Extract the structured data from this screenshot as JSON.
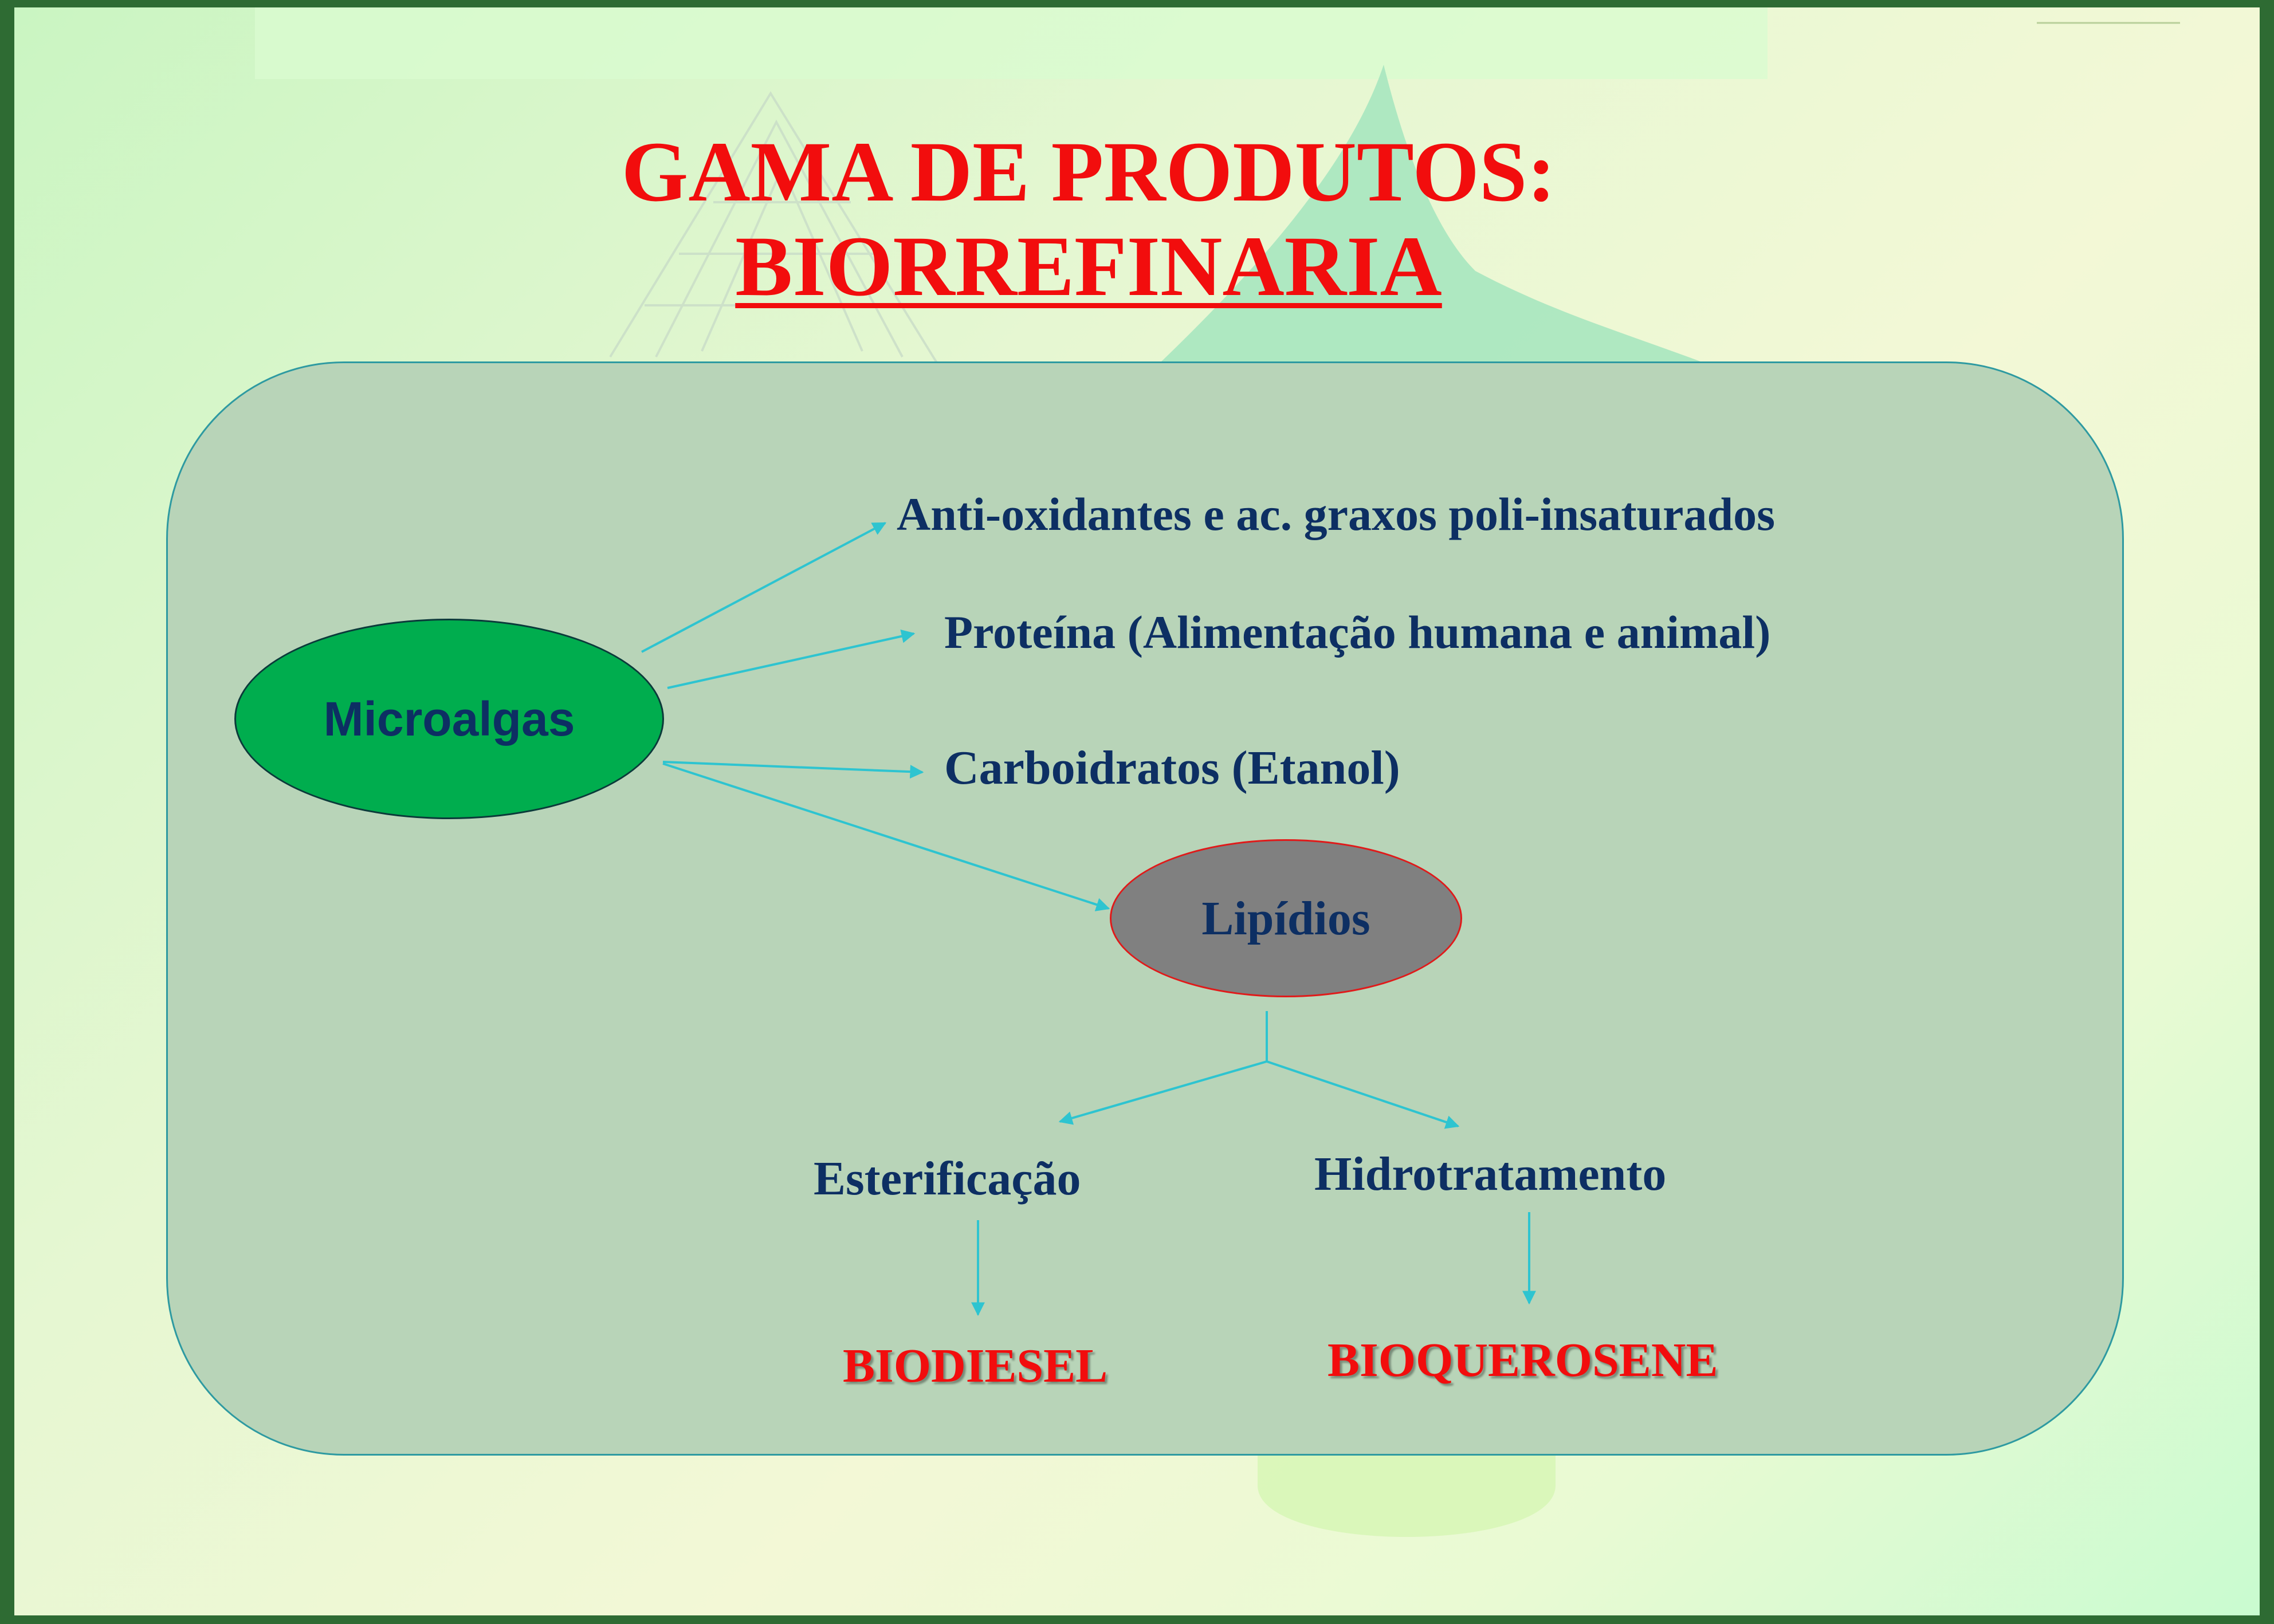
{
  "title": {
    "line1": "GAMA DE PRODUTOS:",
    "line2": "BIORREFINARIA"
  },
  "nodes": {
    "source": "Microalgas",
    "lipids": "Lipídios"
  },
  "products": {
    "antioxidants": "Anti-oxidantes e ac. graxos poli-insaturados",
    "protein": "Proteína (Alimentação humana e animal)",
    "carbohydrates": "Carboidratos (Etanol)"
  },
  "processes": {
    "esterification": "Esterificação",
    "hydrotreatment": "Hidrotratamento"
  },
  "fuels": {
    "biodiesel": "BIODIESEL",
    "biokerosene": "BIOQUEROSENE"
  },
  "colors": {
    "title": "#f20d0d",
    "panel": "#b8d4b8",
    "arrows": "#2ec4d0",
    "microalgas_fill": "#00ad4e",
    "lipidios_fill": "#808080",
    "text": "#0d2f63",
    "frame": "#2e6b33"
  }
}
